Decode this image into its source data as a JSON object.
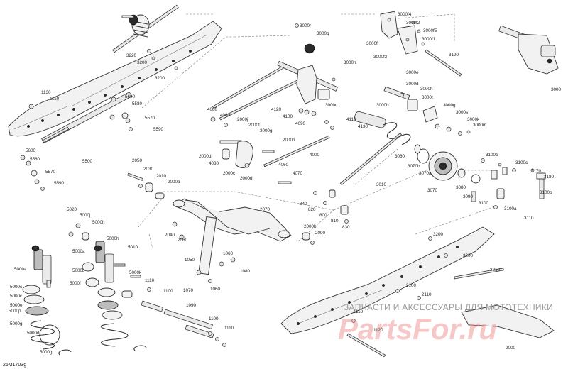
{
  "diagram": {
    "code": "26M1703g",
    "watermark_line": "ЗАПЧАСТИ И АКСЕССУАРЫ ДЛЯ МОТОТЕХНИКИ",
    "watermark_logo": "PartsFor.ru"
  },
  "part_labels": [
    "3220",
    "3200",
    "3200",
    "1130",
    "1110",
    "5600",
    "5580",
    "5570",
    "5590",
    "5500",
    "5600",
    "5580",
    "5570",
    "5590",
    "2050",
    "2030",
    "2010",
    "2000b",
    "2040",
    "2060",
    "2070",
    "5020",
    "5000j",
    "5000h",
    "5000a",
    "5000b",
    "5000f",
    "5000k",
    "5000c",
    "5000e",
    "5000g",
    "5000a",
    "5000c",
    "5000p",
    "5000d",
    "5000g",
    "5000h",
    "5010",
    "1050",
    "1060",
    "1060",
    "1070",
    "1080",
    "1110",
    "1100",
    "1090",
    "1100",
    "1110",
    "3000r",
    "3000q",
    "3000n",
    "3000f4",
    "3000f2",
    "3000f5",
    "3000f1",
    "3000f",
    "3000f3",
    "3190",
    "3000",
    "3000e",
    "3000d",
    "3000h",
    "3000t",
    "3000g",
    "3000s",
    "3000k",
    "3000m",
    "3000b",
    "3000c",
    "4080",
    "4060",
    "4120",
    "4100",
    "4090",
    "4110",
    "4130",
    "2000j",
    "2000f",
    "2000g",
    "2000h",
    "2000d",
    "4030",
    "2000c",
    "2000d",
    "4000",
    "4060",
    "4070",
    "3060",
    "3070b",
    "3070a",
    "3070",
    "3080",
    "3090",
    "3100",
    "3100c",
    "3100c",
    "3170",
    "3180",
    "3100b",
    "3100a",
    "3110",
    "3010",
    "840",
    "820",
    "800",
    "810",
    "830",
    "2000b",
    "2090",
    "3200",
    "3200",
    "3210",
    "2100",
    "2110",
    "1110",
    "1120",
    "2000"
  ]
}
